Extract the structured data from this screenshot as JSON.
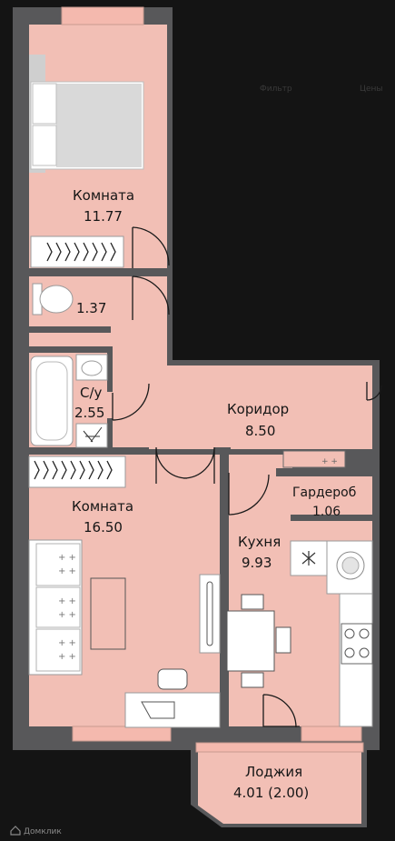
{
  "rooms": [
    {
      "name": "Комната",
      "area": "11.77"
    },
    {
      "name": "",
      "area": "1.37"
    },
    {
      "name": "С/у",
      "area": "2.55"
    },
    {
      "name": "Коридор",
      "area": "8.50"
    },
    {
      "name": "Комната",
      "area": "16.50"
    },
    {
      "name": "Гардероб",
      "area": "1.06"
    },
    {
      "name": "Кухня",
      "area": "9.93"
    },
    {
      "name": "Лоджия",
      "area": "4.01 (2.00)"
    }
  ],
  "background_text": [
    "Фильтр",
    "Цены"
  ],
  "watermark": "Домклик",
  "colors": {
    "floor": "#f2bfb5",
    "wall": "#58585a",
    "furniture": "#ffffff",
    "window": "#f4b9ae",
    "background": "#141414"
  }
}
